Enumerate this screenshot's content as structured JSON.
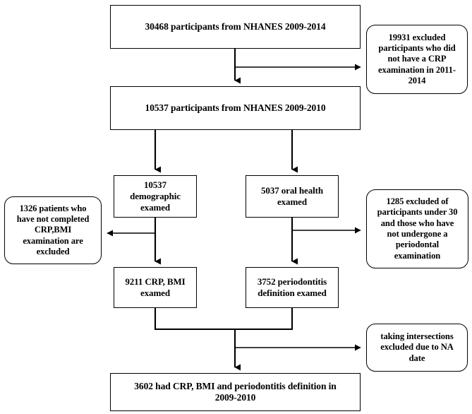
{
  "diagram": {
    "title": "NHANES participant selection flowchart",
    "style": {
      "line_color": "#000000",
      "box_fill": "#ffffff",
      "text_color": "#000000"
    },
    "nodes": {
      "top": "30468  participants from NHANES 2009-2014",
      "second": "10537 participants from NHANES 2009-2010",
      "demographic": "10537\ndemographic\nexamed",
      "oral_health": "5037 oral health\nexamed",
      "crp_bmi": "9211 CRP, BMI\nexamed",
      "periodontitis": "3752 periodontitis\ndefinition examed",
      "final": "3602 had CRP, BMI and periodontitis definition in\n2009-2010",
      "excluded_crp_2011": "19931 excluded\nparticipants who did\nnot have a CRP\nexamination in 2011-\n2014",
      "excluded_crp_bmi": "1326 patients who\nhave not completed\nCRP,BMI\nexamination are\nexcluded",
      "excluded_under30": "1285 excluded of\nparticipants under 30\nand those who have\nnot undergone a\nperiodontal\nexamination",
      "excluded_na": "taking intersections\nexcluded due to NA\ndate"
    },
    "edges": [
      {
        "name": "top-to-second",
        "from": "top",
        "to": "second",
        "direction": "down"
      },
      {
        "name": "top-to-excluded-crp-2011",
        "from": "top",
        "to": "excluded_crp_2011",
        "direction": "right"
      },
      {
        "name": "second-to-demographic",
        "from": "second",
        "to": "demographic",
        "direction": "down"
      },
      {
        "name": "second-to-oral-health",
        "from": "second",
        "to": "oral_health",
        "direction": "down"
      },
      {
        "name": "demographic-to-crp-bmi",
        "from": "demographic",
        "to": "crp_bmi",
        "direction": "down"
      },
      {
        "name": "demographic-to-excluded-crp-bmi",
        "from": "demographic",
        "to": "excluded_crp_bmi",
        "direction": "left"
      },
      {
        "name": "oral-health-to-periodontitis",
        "from": "oral_health",
        "to": "periodontitis",
        "direction": "down"
      },
      {
        "name": "oral-health-to-excluded-under30",
        "from": "oral_health",
        "to": "excluded_under30",
        "direction": "right"
      },
      {
        "name": "merge-to-final",
        "from": "crp_bmi+periodontitis",
        "to": "final",
        "direction": "down"
      },
      {
        "name": "merge-to-excluded-na",
        "from": "crp_bmi+periodontitis",
        "to": "excluded_na",
        "direction": "right"
      }
    ]
  }
}
